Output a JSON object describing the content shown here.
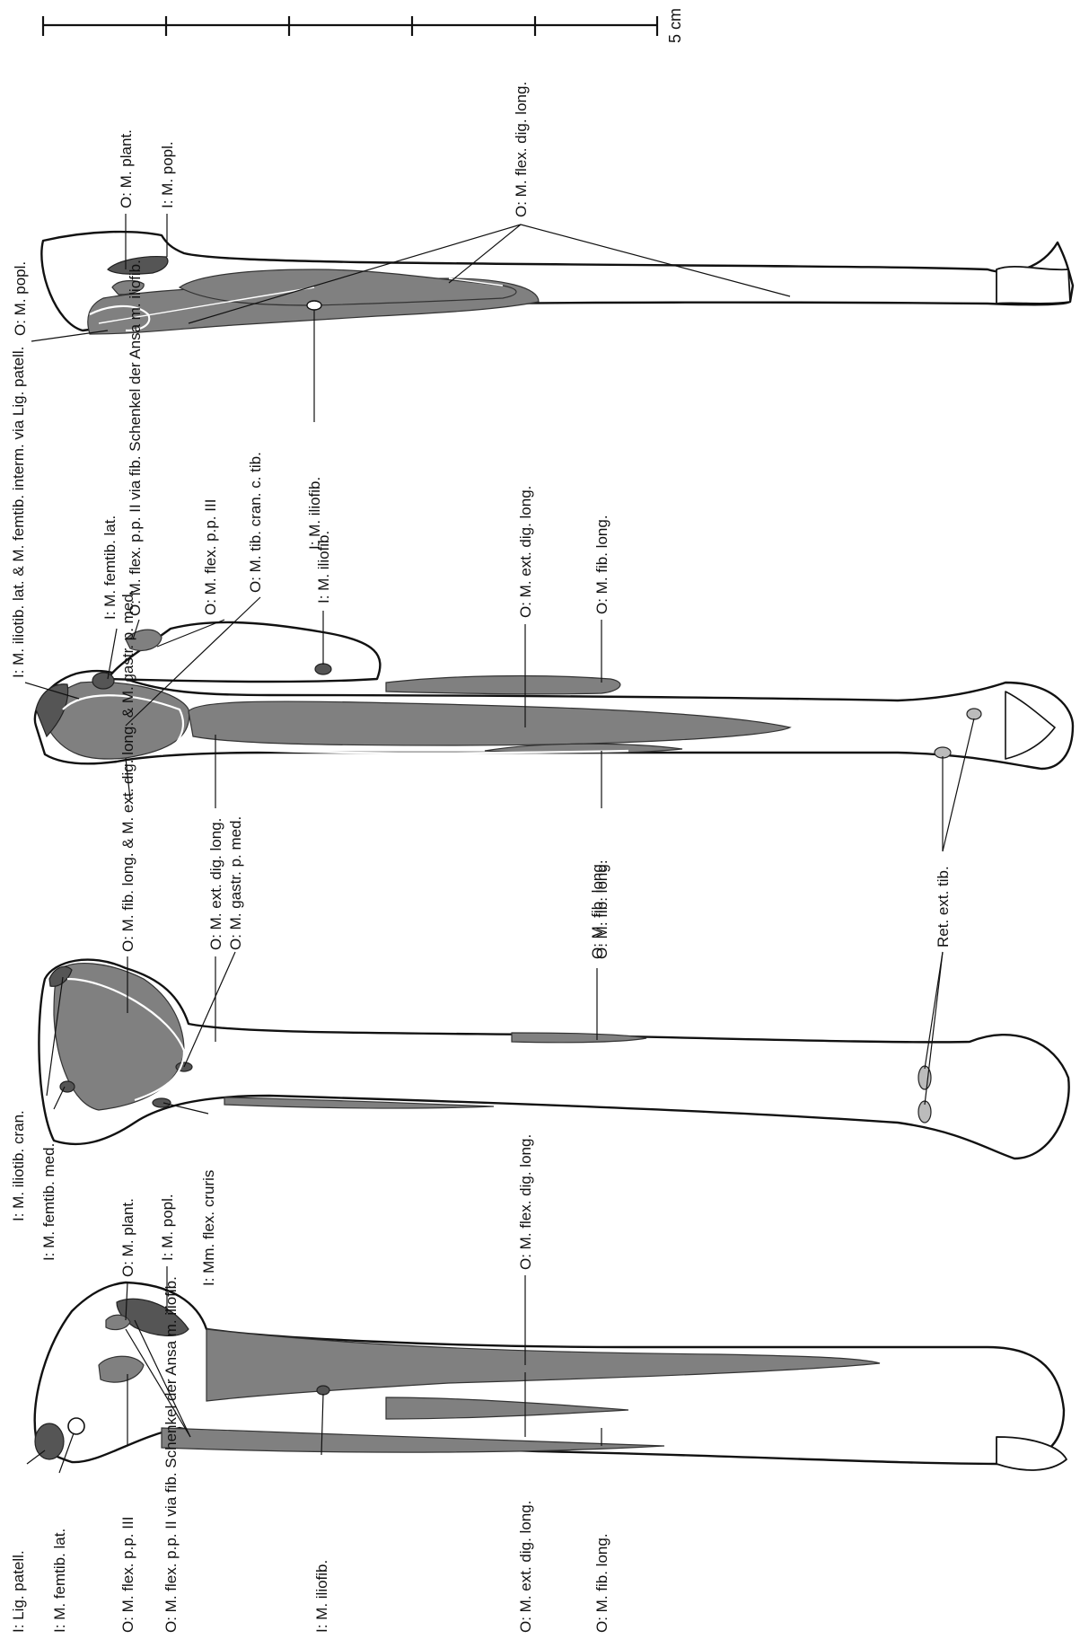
{
  "scale_bar": {
    "label": "5 cm"
  },
  "bones": [
    {
      "view": "bone-1",
      "labels": [
        "I: Lig. patell.",
        "I: M. femtib. lat.",
        "O: M. flex. p.p. III",
        "O: M. flex. p.p. II via fib. Schenkel der Ansa m. iliofib.",
        "I: M. iliofib.",
        "O: M. ext. dig. long.",
        "O: M. fib. long.",
        "O: M. flex. dig. long.",
        "O: M. plant.",
        "I: M. popl."
      ]
    },
    {
      "view": "bone-2",
      "labels": [
        "I: M. iliotib. cran.",
        "I: M. femtib. med.",
        "I: Mm. flex. cruris",
        "O: M. fib. long. & M. ext. dig. long. & M. gastr. p. med.",
        "O: M. ext. dig. long.",
        "O: M. gastr. p. med.",
        "O: M. fib. long.",
        "Ret. ext. tib."
      ]
    },
    {
      "view": "bone-3",
      "labels": [
        "I: M. iliotib. lat. & M. femtib. interm. via Lig. patell.",
        "I: M. femtib. lat.",
        "O: M. flex. p.p. II via fib. Schenkel der Ansa m. iliofib.",
        "O: M. flex. p.p. III",
        "O: M. tib. cran. c. tib.",
        "I: M. iliofib.",
        "O: M. ext. dig. long.",
        "O: M. fib. long.",
        "O: M. fib. long."
      ]
    },
    {
      "view": "bone-4",
      "labels": [
        "O: M. popl.",
        "O: M. plant.",
        "I: M. popl.",
        "O: M. flex. dig. long.",
        "I: M. iliofib."
      ]
    }
  ]
}
